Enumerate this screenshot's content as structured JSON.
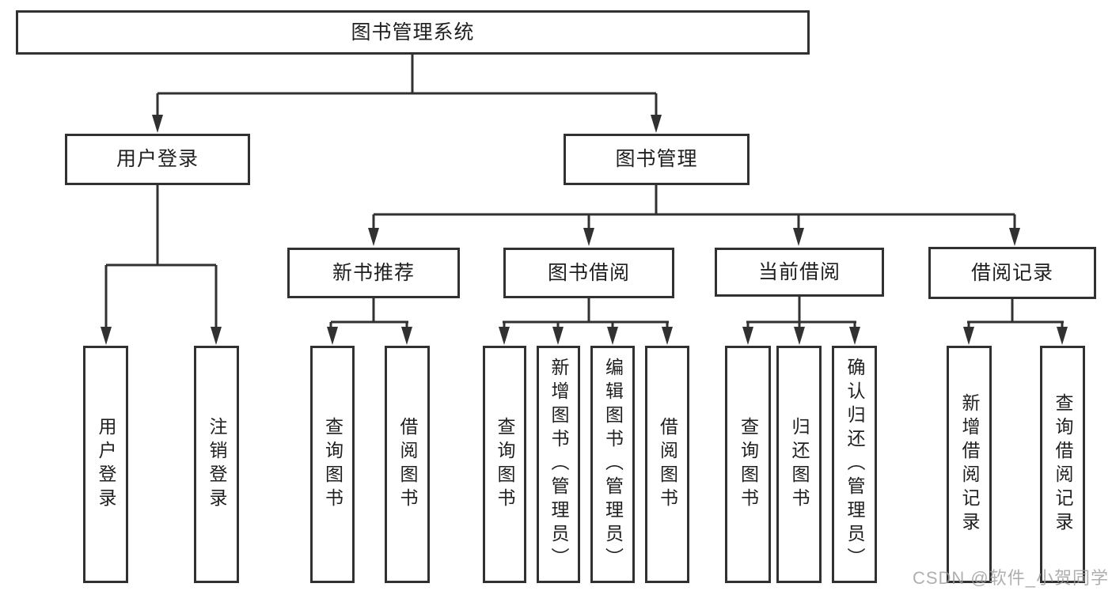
{
  "colors": {
    "line": "#313131",
    "box_border": "#313131",
    "box_fill": "#ffffff",
    "text": "#1f1f1f",
    "watermark": "#9e9e9e",
    "background": "#ffffff"
  },
  "watermark": "CSDN @软件_小贺同学",
  "tree": {
    "label": "图书管理系统",
    "children": [
      {
        "label": "用户登录",
        "children": [
          {
            "label": "用户登录"
          },
          {
            "label": "注销登录"
          }
        ]
      },
      {
        "label": "图书管理",
        "children": [
          {
            "label": "新书推荐",
            "children": [
              {
                "label": "查询图书"
              },
              {
                "label": "借阅图书"
              }
            ]
          },
          {
            "label": "图书借阅",
            "children": [
              {
                "label": "查询图书"
              },
              {
                "label": "新增图书（管理员）"
              },
              {
                "label": "编辑图书（管理员）"
              },
              {
                "label": "借阅图书"
              }
            ]
          },
          {
            "label": "当前借阅",
            "children": [
              {
                "label": "查询图书"
              },
              {
                "label": "归还图书"
              },
              {
                "label": "确认归还（管理员）"
              }
            ]
          },
          {
            "label": "借阅记录",
            "children": [
              {
                "label": "新增借阅记录"
              },
              {
                "label": "查询借阅记录"
              }
            ]
          }
        ]
      }
    ]
  }
}
